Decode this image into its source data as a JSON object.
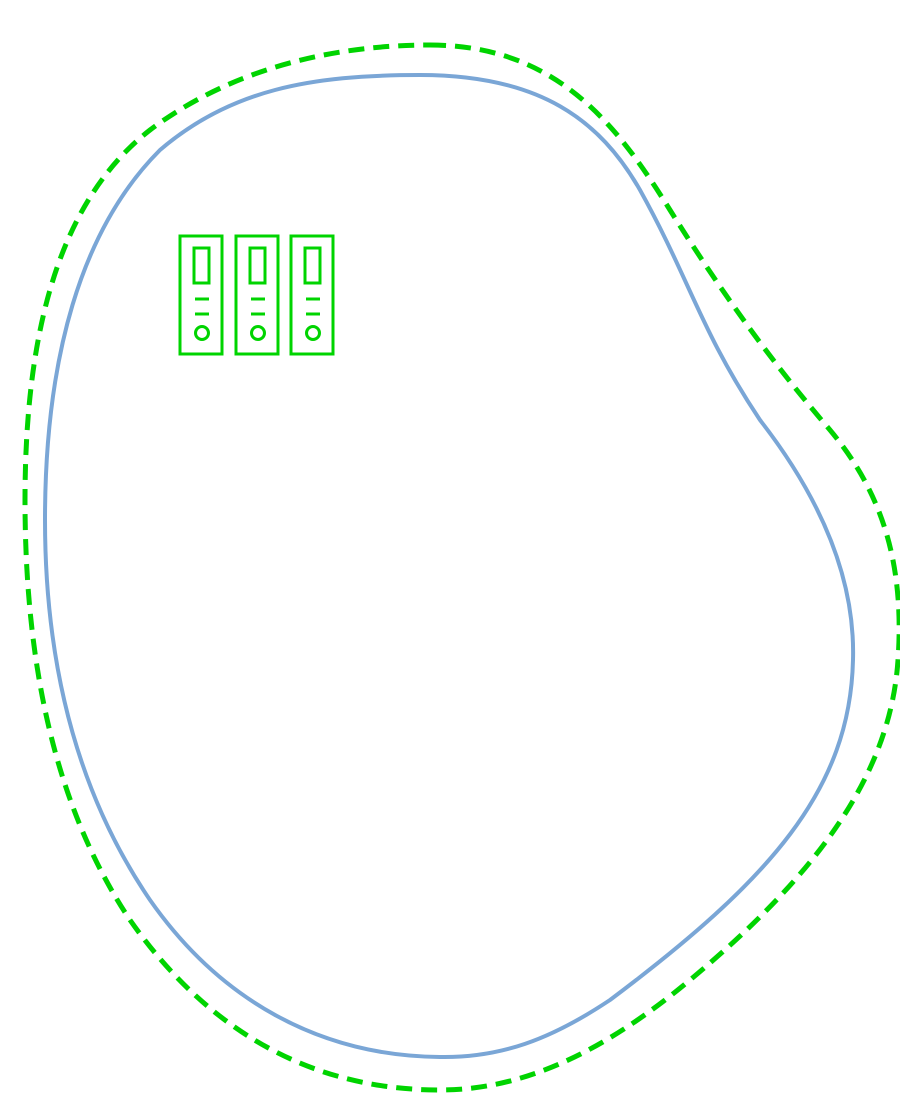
{
  "diagram": {
    "shapes": [
      {
        "name": "outer-dashed-boundary",
        "style": "dashed",
        "color": "#00d400"
      },
      {
        "name": "inner-solid-boundary",
        "style": "solid",
        "color": "#7aa6d6"
      }
    ],
    "icons": [
      {
        "name": "binder-icon-1",
        "semantic": "binder-icon",
        "color": "#00d400"
      },
      {
        "name": "binder-icon-2",
        "semantic": "binder-icon",
        "color": "#00d400"
      },
      {
        "name": "binder-icon-3",
        "semantic": "binder-icon",
        "color": "#00d400"
      }
    ]
  }
}
